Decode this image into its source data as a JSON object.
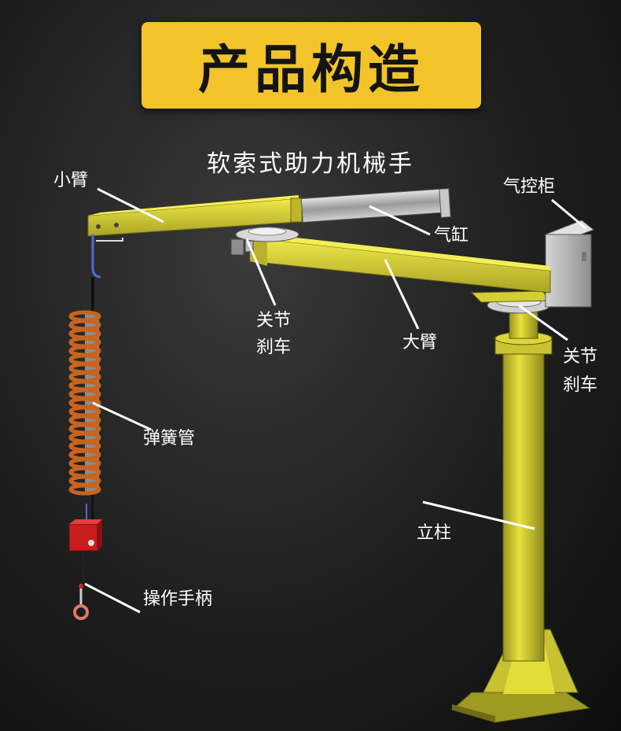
{
  "title": "产品构造",
  "subtitle": "软索式助力机械手",
  "labels": {
    "small_arm": "小臂",
    "air_cabinet": "气控柜",
    "cylinder": "气缸",
    "joint_brake_1_line1": "关节",
    "joint_brake_1_line2": "刹车",
    "big_arm": "大臂",
    "joint_brake_2_line1": "关节",
    "joint_brake_2_line2": "刹车",
    "spring_hose": "弹簧管",
    "column": "立柱",
    "handle": "操作手柄"
  },
  "colors": {
    "banner": "#f2c42a",
    "machine_yellow": "#e6e03a",
    "spring_orange": "#c8641e",
    "handle_red": "#c81e1e",
    "cabinet_grey": "#b8b8b8"
  }
}
